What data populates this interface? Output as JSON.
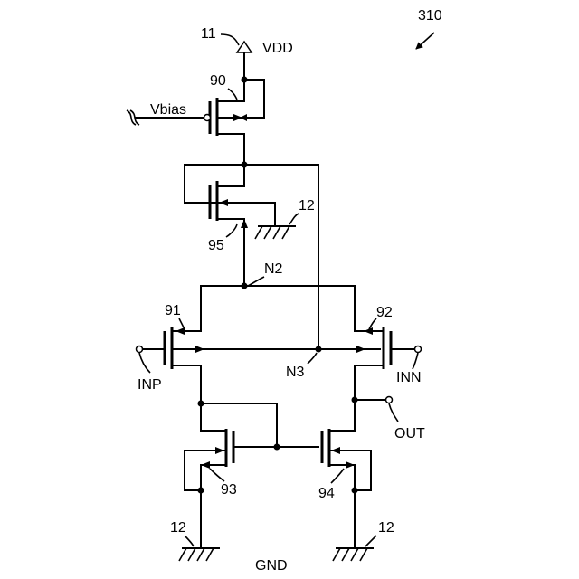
{
  "figure": {
    "label": "310"
  },
  "nodes": {
    "vdd": "VDD",
    "vdd_ref": "11",
    "vbias": "Vbias",
    "n2": "N2",
    "n3": "N3",
    "inp": "INP",
    "inn": "INN",
    "out": "OUT",
    "gnd": "GND"
  },
  "transistors": {
    "t90": "90",
    "t95": "95",
    "t91": "91",
    "t92": "92",
    "t93": "93",
    "t94": "94"
  },
  "grounds": {
    "g_top": "12",
    "g_left": "12",
    "g_right": "12"
  }
}
